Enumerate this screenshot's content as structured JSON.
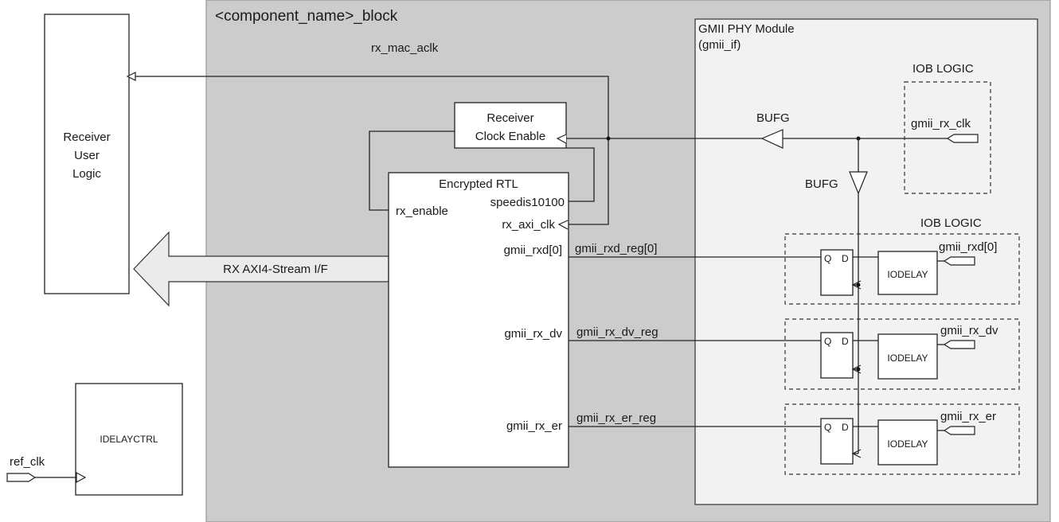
{
  "block": {
    "title": "<component_name>_block",
    "rx_mac_aclk": "rx_mac_aclk",
    "colors": {
      "block_fill": "#cccccc",
      "phy_fill": "#f2f2f2",
      "arrow_fill": "#ebebeb"
    }
  },
  "user_logic": {
    "line1": "Receiver",
    "line2": "User",
    "line3": "Logic"
  },
  "idelayctrl": {
    "label": "IDELAYCTRL",
    "ref_clk": "ref_clk"
  },
  "rx_stream": {
    "label": "RX AXI4-Stream I/F"
  },
  "clock_enable": {
    "line1": "Receiver",
    "line2": "Clock Enable"
  },
  "encrypted_rtl": {
    "title": "Encrypted RTL",
    "speedis": "speedis10100",
    "rx_enable": "rx_enable",
    "rx_axi_clk": "rx_axi_clk",
    "gmii_rxd": "gmii_rxd[0]",
    "gmii_rx_dv": "gmii_rx_dv",
    "gmii_rx_er": "gmii_rx_er"
  },
  "signals": {
    "rxd_reg": "gmii_rxd_reg[0]",
    "rx_dv_reg": "gmii_rx_dv_reg",
    "rx_er_reg": "gmii_rx_er_reg"
  },
  "phy": {
    "title_line1": "GMII PHY Module",
    "title_line2": "(gmii_if)",
    "bufg_h": "BUFG",
    "bufg_v": "BUFG",
    "iob_clk": {
      "title": "IOB LOGIC",
      "pin": "gmii_rx_clk"
    },
    "iob_data": {
      "title": "IOB LOGIC",
      "ff_q": "Q",
      "ff_d": "D",
      "iodelay": "IODELAY",
      "pins": [
        "gmii_rxd[0]",
        "gmii_rx_dv",
        "gmii_rx_er"
      ]
    }
  }
}
